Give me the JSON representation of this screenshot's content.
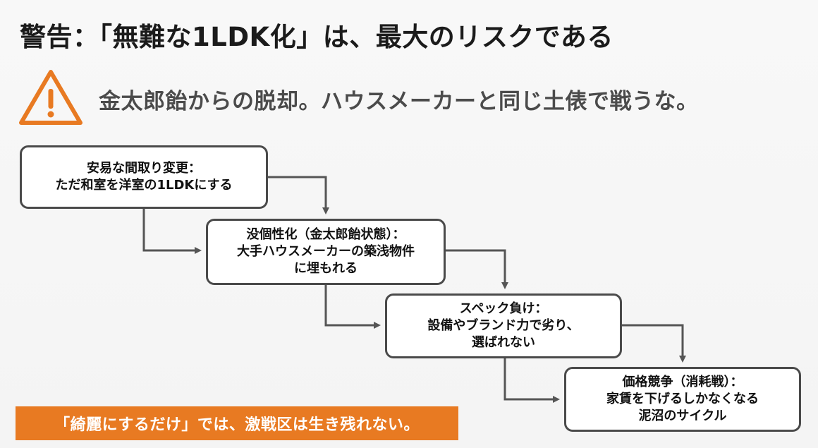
{
  "title": "警告：「無難な1LDK化」は、最大のリスクである",
  "subtitle": "金太郎飴からの脱却。ハウスメーカーと同じ土俵で戦うな。",
  "warning_icon": "warning-triangle-icon",
  "colors": {
    "accent": "#e87a22",
    "box_border": "#4a4a4a",
    "arrow": "#555555",
    "subtitle": "#4b4b4b"
  },
  "flow": [
    {
      "lines": [
        "安易な間取り変更：",
        "ただ和室を洋室の1LDKにする"
      ]
    },
    {
      "lines": [
        "没個性化（金太郎飴状態）：",
        "大手ハウスメーカーの築浅物件",
        "に埋もれる"
      ]
    },
    {
      "lines": [
        "スペック負け：",
        "設備やブランド力で劣り、",
        "選ばれない"
      ]
    },
    {
      "lines": [
        "価格競争（消耗戦）：",
        "家賃を下げるしかなくなる",
        "泥沼のサイクル"
      ]
    }
  ],
  "banner": "「綺麗にするだけ」では、激戦区は生き残れない。"
}
